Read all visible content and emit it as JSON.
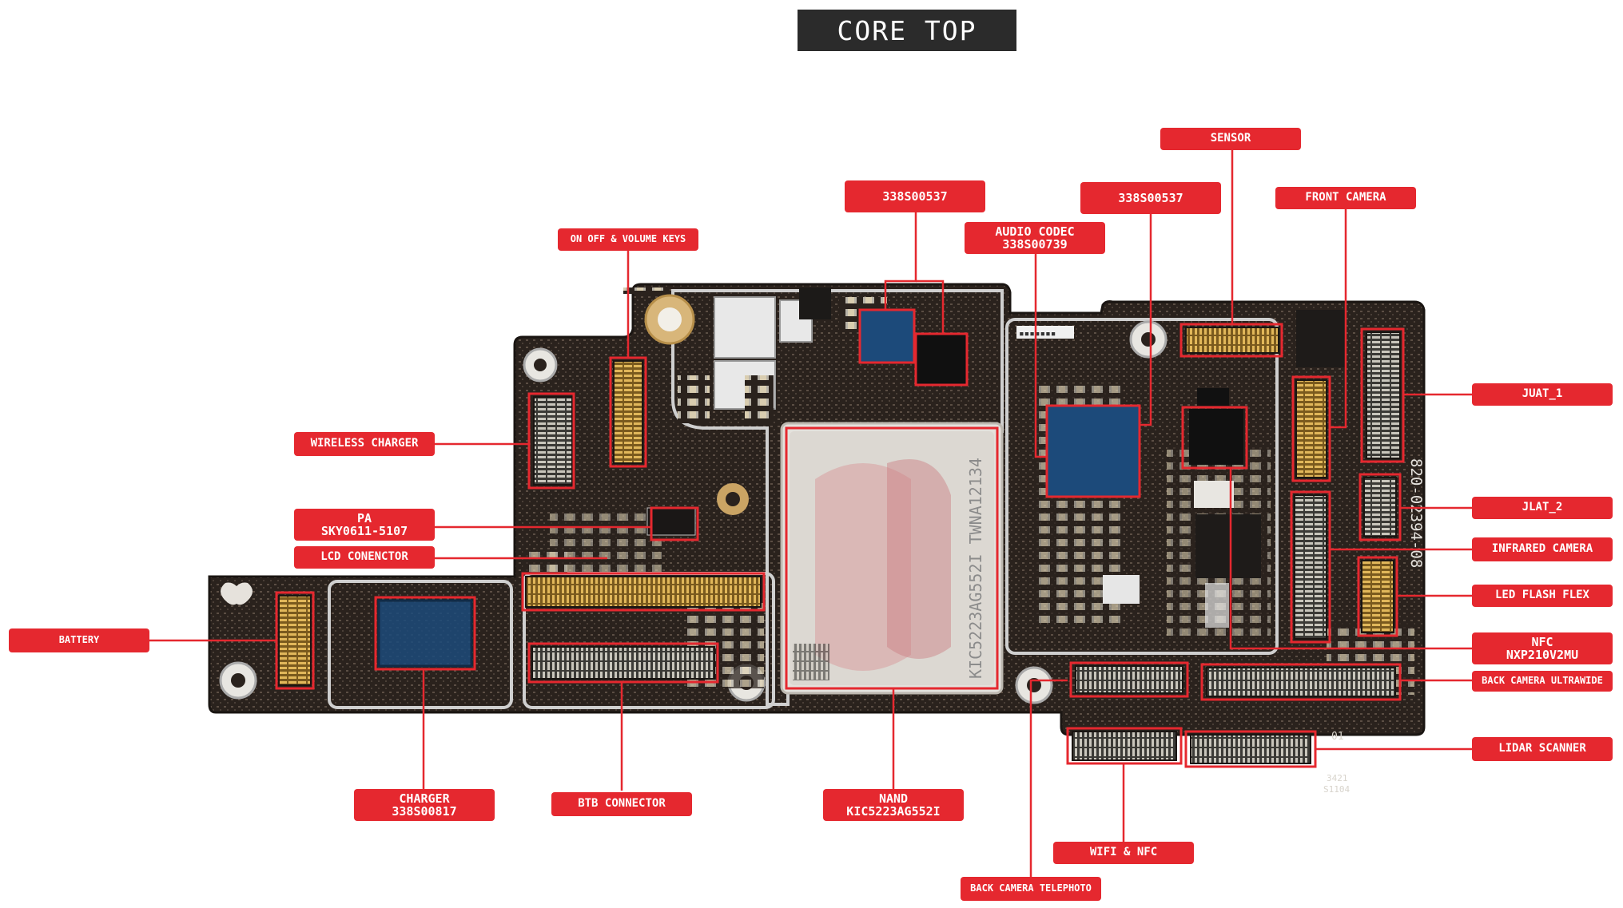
{
  "title": "CORE TOP",
  "board_text": {
    "part_number": "820-02394-08",
    "nand_marking": "KIC5223AG552I TWNA12134",
    "corner_code_1": "3421",
    "corner_code_2": "S1104",
    "corner_code_3": "01"
  },
  "labels": {
    "sensor": "SENSOR",
    "ic_338s00537_a": "338S00537",
    "ic_338s00537_b": "338S00537",
    "front_camera": "FRONT CAMERA",
    "audio_codec_1": "AUDIO CODEC",
    "audio_codec_2": "338S00739",
    "on_off_volume": "ON OFF & VOLUME KEYS",
    "wireless_charger": "WIRELESS CHARGER",
    "pa_1": "PA",
    "pa_2": "SKY0611-5107",
    "lcd_connector": "LCD CONENCTOR",
    "battery": "BATTERY",
    "charger_1": "CHARGER",
    "charger_2": "338S00817",
    "btb_connector": "BTB CONNECTOR",
    "nand_1": "NAND",
    "nand_2": "KIC5223AG552I",
    "wifi_nfc": "WIFI & NFC",
    "back_camera_telephoto": "BACK CAMERA TELEPHOTO",
    "juat_1": "JUAT_1",
    "jlat_2": "JLAT_2",
    "infrared_camera": "INFRARED CAMERA",
    "led_flash_flex": "LED FLASH FLEX",
    "nfc_1": "NFC",
    "nfc_2": "NXP210V2MU",
    "back_camera_ultrawide": "BACK CAMERA ULTRAWIDE",
    "lidar_scanner": "LIDAR SCANNER"
  },
  "colors": {
    "label_bg": "#e5282f",
    "label_text": "#ffffff",
    "title_bg": "#2b2b2b",
    "board": "#2a221d",
    "highlight": "#e5282f",
    "connector_gold": "#c79a3a",
    "shield": "#e6e4e0"
  }
}
